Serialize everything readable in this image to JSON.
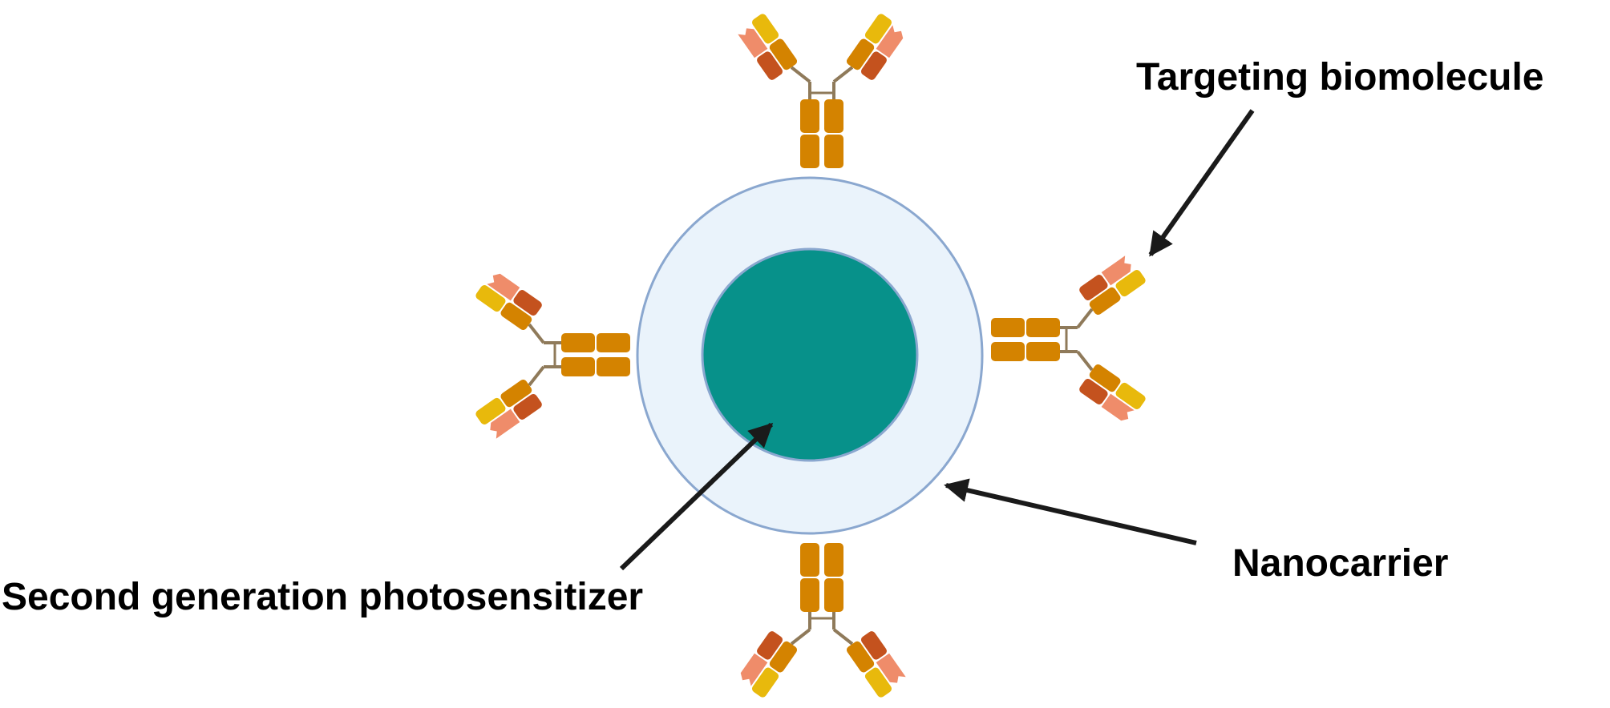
{
  "labels": {
    "targeting_biomolecule": "Targeting biomolecule",
    "nanocarrier": "Nanocarrier",
    "photosensitizer": "Second generation photosensitizer"
  },
  "colors": {
    "background": "#ffffff",
    "carrier_fill": "#eaf3fb",
    "carrier_stroke": "#8aa7cf",
    "core_fill": "#07918a",
    "core_stroke": "#8aa7cf",
    "heavy_chain": "#d48300",
    "light_chain_yellow": "#e8b90c",
    "tip_dark": "#c4521e",
    "tip_salmon": "#ef8c6a",
    "linker": "#8f7a5a",
    "arrow": "#1a1a1a",
    "text": "#000000"
  },
  "icons": {
    "antibody": "antibody-icon",
    "arrow": "arrow-icon"
  }
}
